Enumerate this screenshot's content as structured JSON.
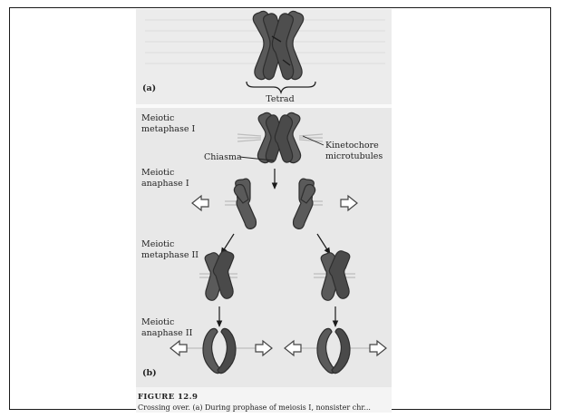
{
  "panel_a": {
    "tetrad_label": "Tetrad",
    "panel_letter": "(a)"
  },
  "panel_b": {
    "panel_letter": "(b)",
    "stages": {
      "metaphase_1": [
        "Meiotic",
        "metaphase I"
      ],
      "anaphase_1": [
        "Meiotic",
        "anaphase I"
      ],
      "metaphase_2": [
        "Meiotic",
        "metaphase II"
      ],
      "anaphase_2": [
        "Meiotic",
        "anaphase II"
      ]
    },
    "callouts": {
      "chiasma": "Chiasma",
      "kinetochore": [
        "Kinetochore",
        "microtubules"
      ]
    }
  },
  "figure": {
    "number": "FIGURE 12.9",
    "caption_fragment": "Crossing over. (a) During prophase of meiosis I, nonsister chr..."
  },
  "colors": {
    "chromosome": "#5a5a5a",
    "chromosome_dark": "#3a3a3a",
    "page": "#ececec",
    "page_lower": "#e8e8e8"
  }
}
